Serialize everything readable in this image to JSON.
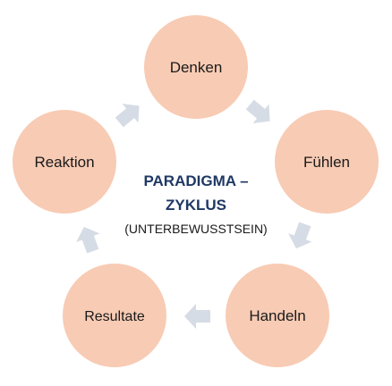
{
  "colors": {
    "node_fill": "#f8cbb4",
    "arrow_fill": "#d6dce5",
    "title_color": "#1f3864",
    "text_color": "#1a1a1a"
  },
  "nodes": [
    {
      "id": "denken",
      "label": "Denken"
    },
    {
      "id": "fuehlen",
      "label": "Fühlen"
    },
    {
      "id": "handeln",
      "label": "Handeln"
    },
    {
      "id": "resultate",
      "label": "Resultate"
    },
    {
      "id": "reaktion",
      "label": "Reaktion"
    }
  ],
  "center": {
    "title_line1": "PARADIGMA –",
    "title_line2": "ZYKLUS",
    "subtitle": "(UNTERBEWUSSTSEIN)"
  },
  "arrows": [
    {
      "from": "denken",
      "to": "fuehlen",
      "icon": "arrow-icon"
    },
    {
      "from": "fuehlen",
      "to": "handeln",
      "icon": "arrow-icon"
    },
    {
      "from": "handeln",
      "to": "resultate",
      "icon": "arrow-icon"
    },
    {
      "from": "resultate",
      "to": "reaktion",
      "icon": "arrow-icon"
    },
    {
      "from": "reaktion",
      "to": "denken",
      "icon": "arrow-icon"
    }
  ]
}
